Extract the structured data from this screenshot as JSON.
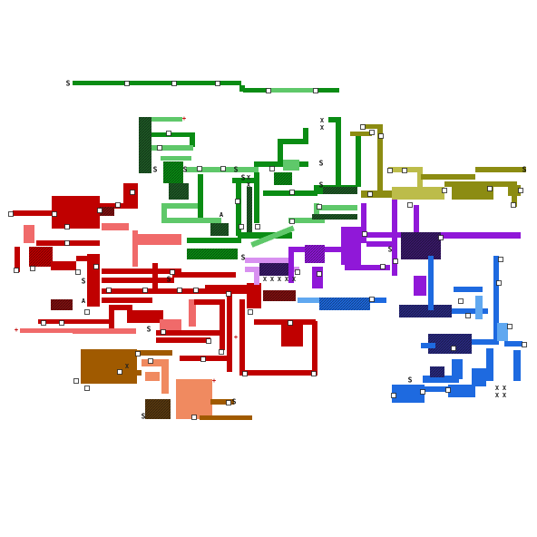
{
  "title": "",
  "palette": {
    "green": "#0a8c14",
    "light_green": "#5fc86a",
    "dark_green": "#1f5a26",
    "olive": "#8c8c12",
    "light_olive": "#bcbc4a",
    "red": "#c00000",
    "salmon": "#f06a6a",
    "dark_red": "#801010",
    "purple": "#9018d8",
    "lavender": "#d890f0",
    "dark_purple": "#3a1a6a",
    "blue": "#1e6ae0",
    "light_blue": "#60a8f0",
    "navy": "#2a2a80",
    "brown": "#a05a00",
    "peach": "#f08a60",
    "dark_brown": "#5a3a10"
  },
  "regions": [
    {
      "name": "green-area",
      "color": "#0a8c14"
    },
    {
      "name": "olive-area",
      "color": "#8c8c12"
    },
    {
      "name": "red-area",
      "color": "#c00000"
    },
    {
      "name": "purple-area",
      "color": "#9018d8"
    },
    {
      "name": "blue-area",
      "color": "#1e6ae0"
    },
    {
      "name": "brown-area",
      "color": "#a05a00"
    }
  ],
  "markers": {
    "save_glyph": "S",
    "boss_glyph": "X",
    "item_glyph": "+",
    "ability_glyph": "A",
    "save_points": [
      {
        "label": "S",
        "region": "green-area"
      },
      {
        "label": "S",
        "region": "green-area"
      },
      {
        "label": "S",
        "region": "green-area"
      },
      {
        "label": "S",
        "region": "green-area"
      },
      {
        "label": "S",
        "region": "green-area"
      },
      {
        "label": "S",
        "region": "green-area"
      },
      {
        "label": "S",
        "region": "green-area"
      },
      {
        "label": "S",
        "region": "olive-area"
      },
      {
        "label": "S",
        "region": "olive-area"
      },
      {
        "label": "S",
        "region": "red-area"
      },
      {
        "label": "S",
        "region": "red-area"
      },
      {
        "label": "S",
        "region": "red-area"
      },
      {
        "label": "S",
        "region": "purple-area"
      },
      {
        "label": "S",
        "region": "blue-area"
      },
      {
        "label": "S",
        "region": "brown-area"
      },
      {
        "label": "S",
        "region": "brown-area"
      }
    ]
  }
}
